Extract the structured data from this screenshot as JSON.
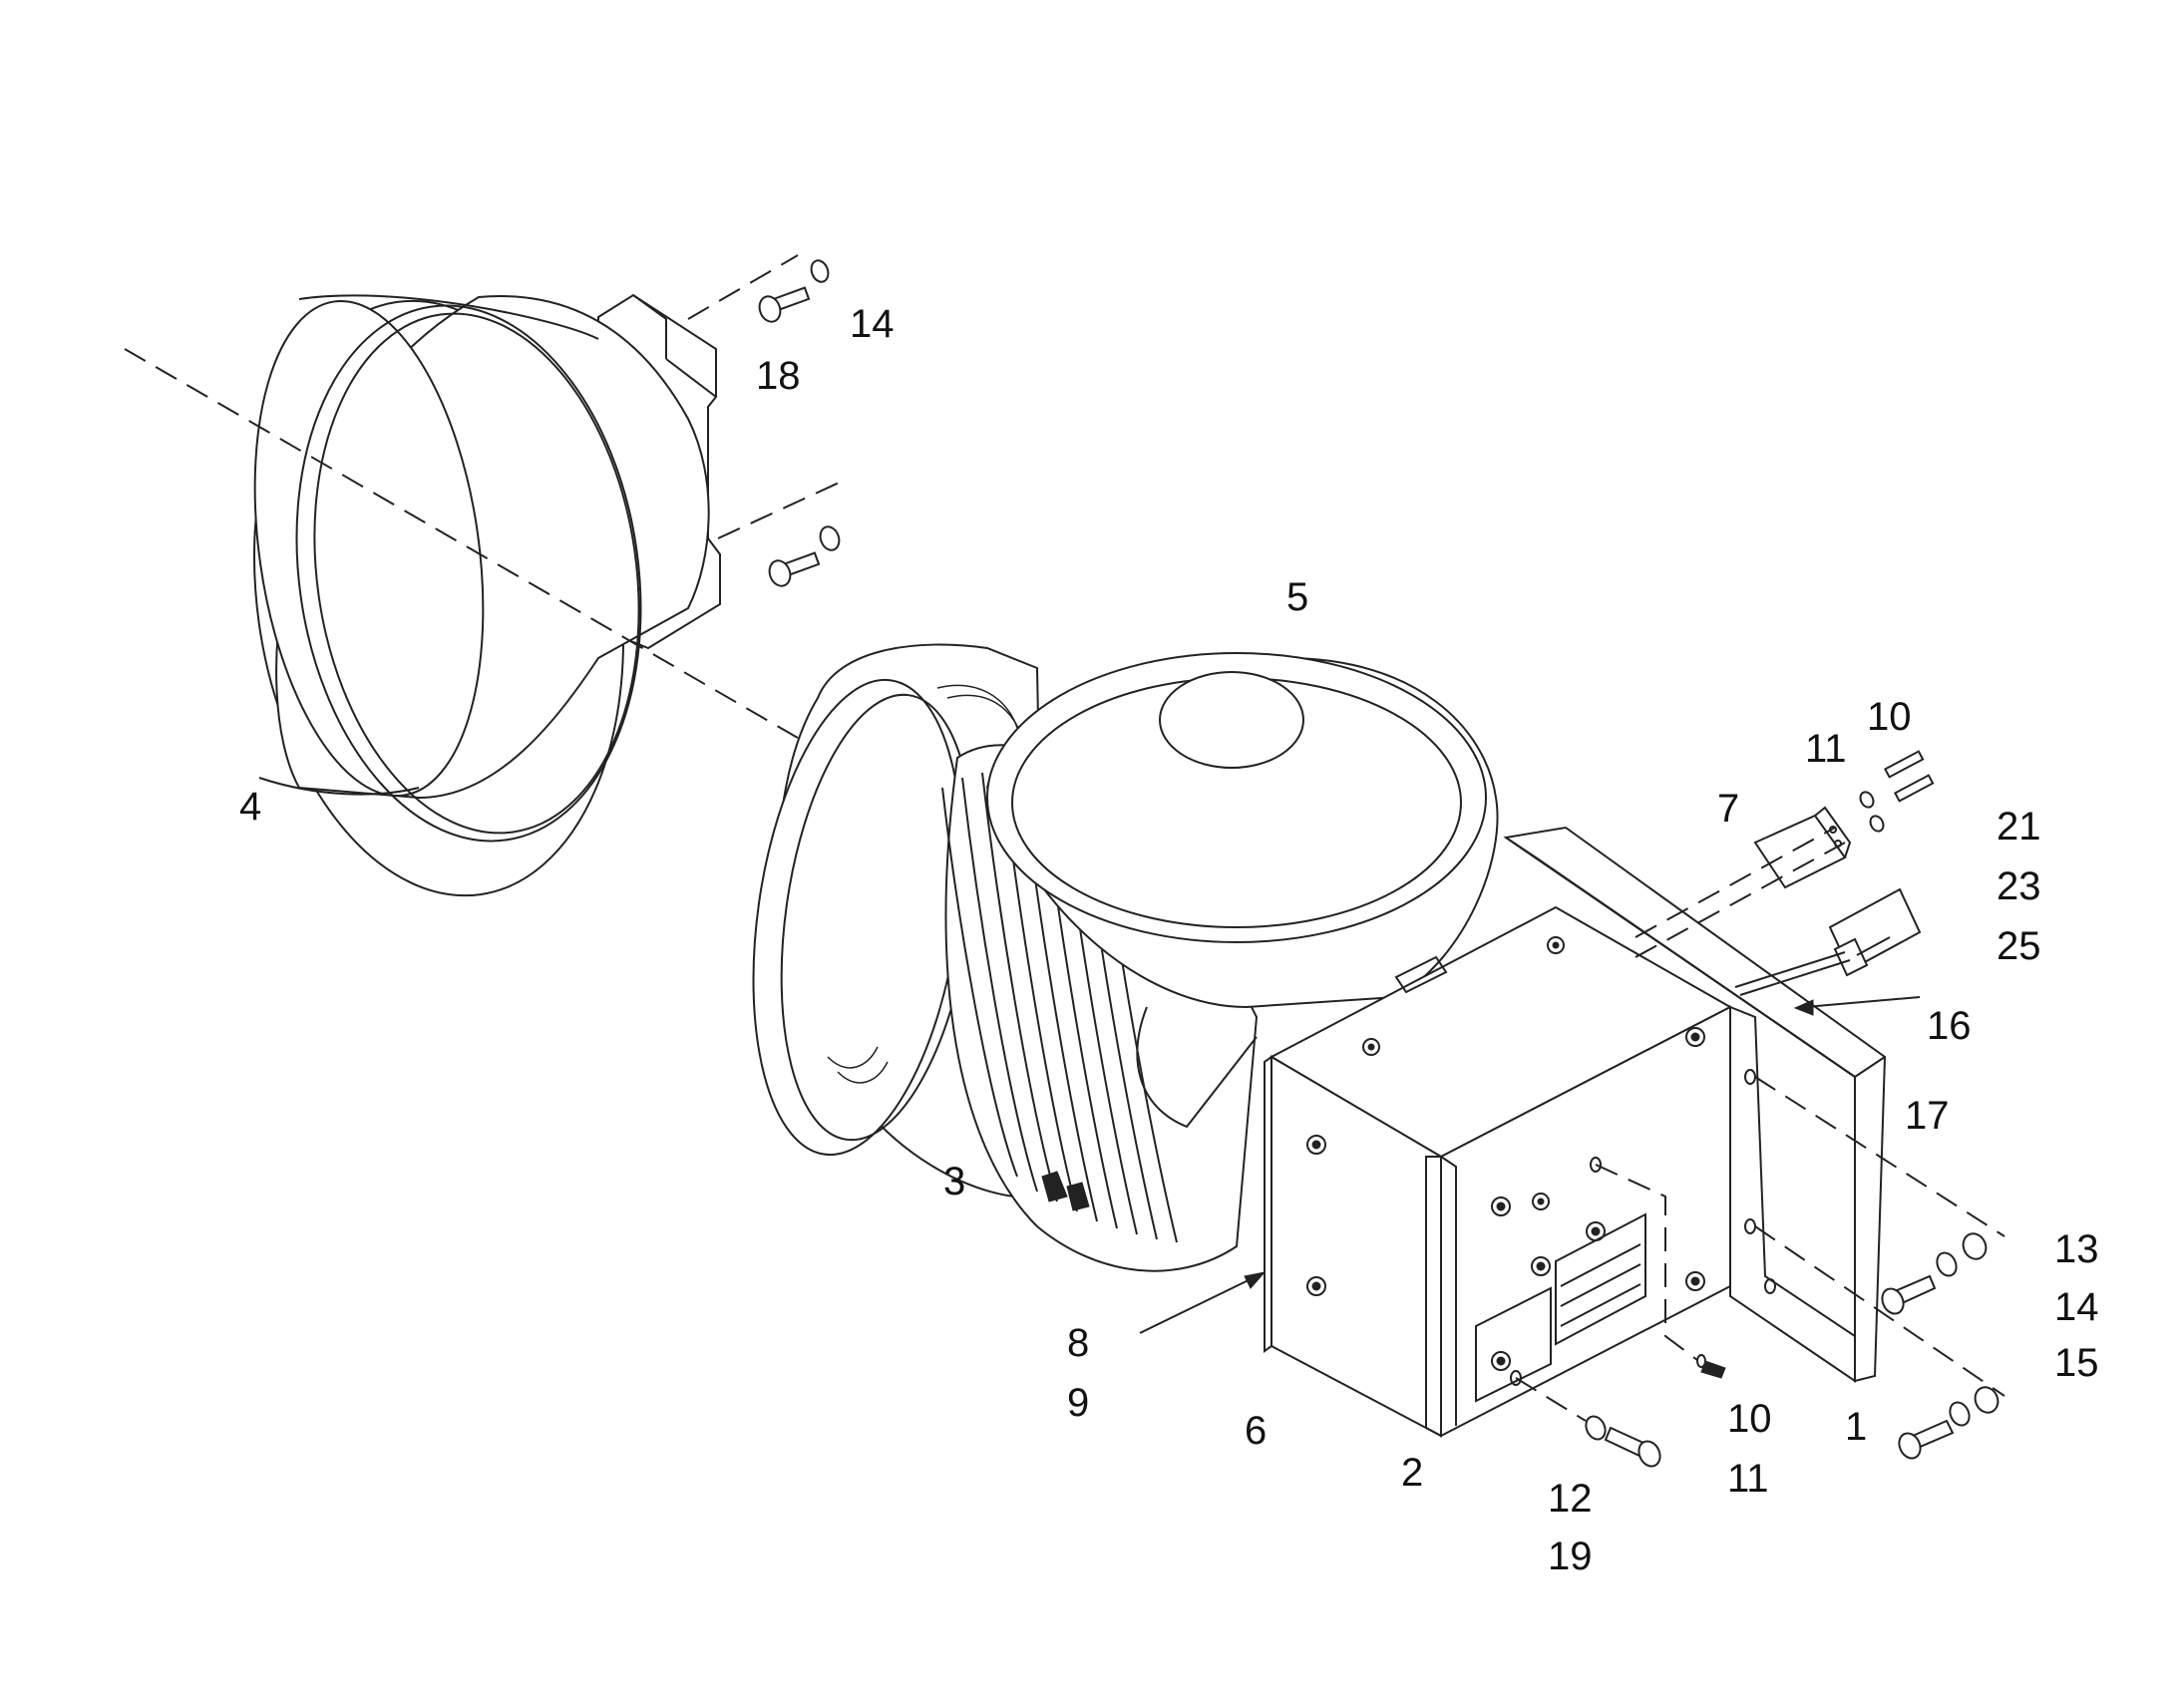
{
  "diagram": {
    "callouts": [
      {
        "id": "c14a",
        "text": "14"
      },
      {
        "id": "c18",
        "text": "18"
      },
      {
        "id": "c5",
        "text": "5"
      },
      {
        "id": "c4",
        "text": "4"
      },
      {
        "id": "c10a",
        "text": "10"
      },
      {
        "id": "c11a",
        "text": "11"
      },
      {
        "id": "c7",
        "text": "7"
      },
      {
        "id": "c21",
        "text": "21"
      },
      {
        "id": "c23",
        "text": "23"
      },
      {
        "id": "c25",
        "text": "25"
      },
      {
        "id": "c16",
        "text": "16"
      },
      {
        "id": "c17",
        "text": "17"
      },
      {
        "id": "c3",
        "text": "3"
      },
      {
        "id": "c13",
        "text": "13"
      },
      {
        "id": "c14b",
        "text": "14"
      },
      {
        "id": "c15",
        "text": "15"
      },
      {
        "id": "c8",
        "text": "8"
      },
      {
        "id": "c9",
        "text": "9"
      },
      {
        "id": "c6",
        "text": "6"
      },
      {
        "id": "c2",
        "text": "2"
      },
      {
        "id": "c10b",
        "text": "10"
      },
      {
        "id": "c11b",
        "text": "11"
      },
      {
        "id": "c1",
        "text": "1"
      },
      {
        "id": "c12",
        "text": "12"
      },
      {
        "id": "c19",
        "text": "19"
      }
    ]
  }
}
